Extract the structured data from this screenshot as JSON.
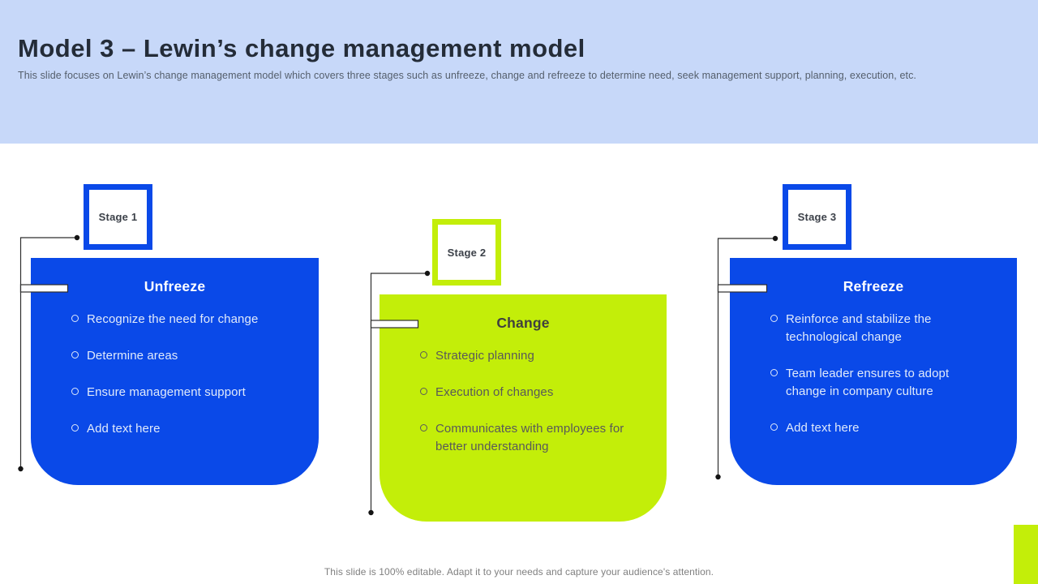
{
  "header": {
    "title": "Model 3 – Lewin’s change management model",
    "subtitle": "This slide focuses on Lewin’s change management model which covers three stages such as unfreeze, change and refreeze to determine need, seek management support, planning, execution, etc."
  },
  "stages": [
    {
      "stage_label": "Stage 1",
      "card_title": "Unfreeze",
      "theme": "blue",
      "bullets": [
        "Recognize the need for change",
        "Determine areas",
        "Ensure management support",
        "Add text here"
      ]
    },
    {
      "stage_label": "Stage 2",
      "card_title": "Change",
      "theme": "green",
      "bullets": [
        "Strategic planning",
        "Execution of changes",
        "Communicates with employees for better understanding"
      ]
    },
    {
      "stage_label": "Stage 3",
      "card_title": "Refreeze",
      "theme": "blue",
      "bullets": [
        "Reinforce and stabilize the technological change",
        "Team leader ensures to adopt change in company culture",
        "Add text here"
      ]
    }
  ],
  "footer": {
    "note": "This slide is 100% editable. Adapt it to your needs and capture your audience's attention."
  },
  "colors": {
    "header_bg": "#c7d8f9",
    "accent_blue": "#0a49e8",
    "accent_green": "#c3ee09",
    "title_text": "#242c38",
    "subtitle_text": "#545e6b",
    "card_text_light": "#e0eafb",
    "card_text_dark": "#595959",
    "footer_text": "#7f7f7f",
    "connector_line": "#2e2e2e"
  }
}
